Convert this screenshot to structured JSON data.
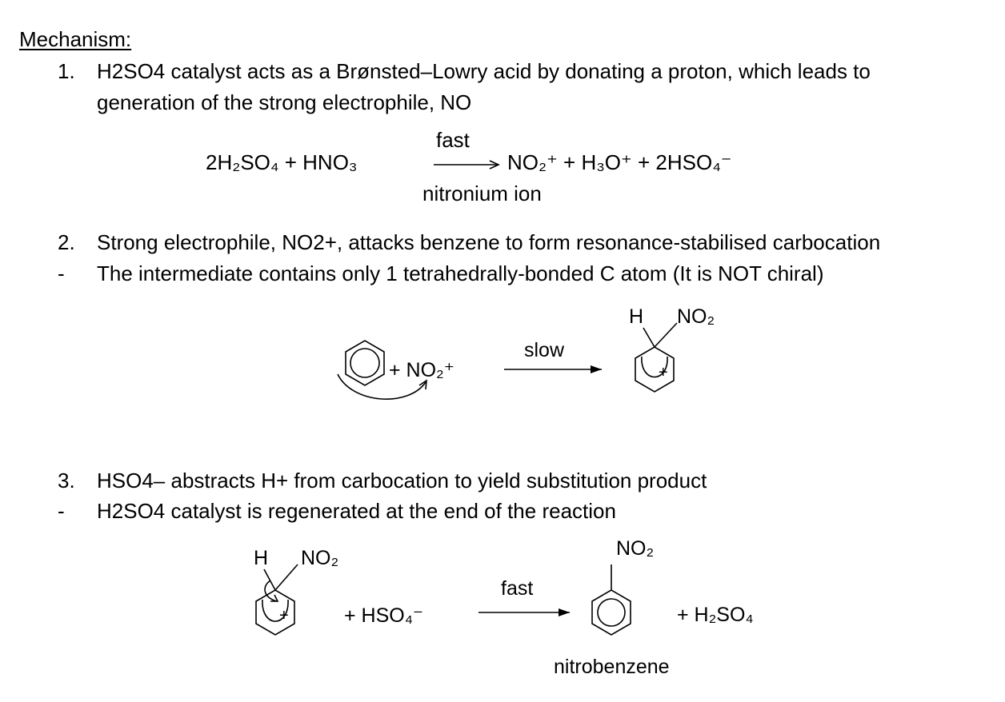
{
  "heading": "Mechanism:",
  "step1": {
    "number": "1.",
    "line1": "H2SO4 catalyst acts as a Brønsted–Lowry acid by donating a proton, which leads to",
    "line2": "generation of the strong electrophile, NO"
  },
  "eq1": {
    "left": "2H₂SO₄ + HNO₃",
    "arrow_label": "fast",
    "right": "NO₂⁺ + H₃O⁺ + 2HSO₄⁻",
    "below_label": "nitronium ion"
  },
  "step2": {
    "number": "2.",
    "line1": "Strong electrophile, NO2+, attacks benzene to form resonance-stabilised carbocation",
    "bullet": "-",
    "line2": "The intermediate contains only 1 tetrahedrally-bonded C atom (It is NOT chiral)"
  },
  "scheme2": {
    "reagent": "+ NO₂⁺",
    "arrow_label": "slow",
    "sub_h": "H",
    "sub_no2": "NO₂",
    "ring_charge": "+"
  },
  "step3": {
    "number": "3.",
    "line1": "HSO4– abstracts H+ from carbocation to yield substitution product",
    "bullet": "-",
    "line2": "H2SO4 catalyst is regenerated at the end of the reaction"
  },
  "scheme3": {
    "sub_h": "H",
    "sub_no2": "NO₂",
    "ring_charge": "+",
    "reagent": "+ HSO₄⁻",
    "arrow_label": "fast",
    "product_no2": "NO₂",
    "byproduct": "+ H₂SO₄",
    "product_name": "nitrobenzene"
  }
}
